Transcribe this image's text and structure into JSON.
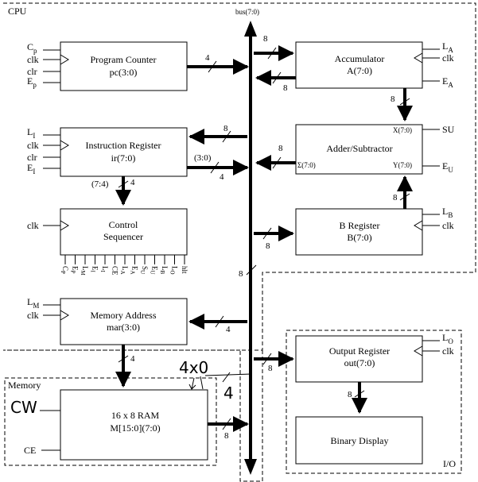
{
  "regions": {
    "cpu": "CPU",
    "memory": "Memory",
    "io": "I/O"
  },
  "bus": {
    "label": "bus(7:0)"
  },
  "program_counter": {
    "title": "Program Counter",
    "reg": "pc(3:0)",
    "signals": {
      "count_base": "C",
      "count_sub": "p",
      "clk": "clk",
      "clr": "clr",
      "enable_base": "E",
      "enable_sub": "p"
    },
    "out_width": "4"
  },
  "instruction_register": {
    "title": "Instruction Register",
    "reg": "ir(7:0)",
    "signals": {
      "load_base": "L",
      "load_sub": "I",
      "clk": "clk",
      "clr": "clr",
      "enable_base": "E",
      "enable_sub": "I"
    },
    "in_width": "8",
    "out_range": "(3:0)",
    "out_width": "4",
    "seq_range": "(7:4)",
    "seq_width": "4"
  },
  "control_sequencer": {
    "title": "Control",
    "title2": "Sequencer",
    "clk": "clk",
    "outputs": [
      "C",
      "E",
      "L",
      "E",
      "L",
      "CE",
      "L",
      "E",
      "S",
      "E",
      "L",
      "L",
      "hlt"
    ],
    "output_subs": [
      "P",
      "P",
      "M",
      "I",
      "I",
      "",
      "A",
      "A",
      "U",
      "U",
      "B",
      "O",
      ""
    ]
  },
  "memory_address": {
    "title": "Memory Address",
    "reg": "mar(3:0)",
    "signals": {
      "load_base": "L",
      "load_sub": "M",
      "clk": "clk"
    },
    "in_width": "4",
    "out_width": "4"
  },
  "ram": {
    "title": "16 x 8 RAM",
    "reg": "M[15:0](7:0)",
    "ce": "CE",
    "out_width": "8",
    "handwritten": {
      "cw": "CW",
      "addr": "4x0",
      "width": "4"
    }
  },
  "accumulator": {
    "title": "Accumulator",
    "reg": "A(7:0)",
    "signals": {
      "load_base": "L",
      "load_sub": "A",
      "clk": "clk",
      "enable_base": "E",
      "enable_sub": "A"
    },
    "in_width": "8",
    "out_width": "8",
    "to_adder_width": "8"
  },
  "adder": {
    "title": "Adder/Subtractor",
    "ports": {
      "x": "X(7:0)",
      "y": "Y(7:0)",
      "sum": "Σ(7:0)"
    },
    "signals": {
      "su": "SU",
      "enable_base": "E",
      "enable_sub": "U"
    },
    "out_width": "8"
  },
  "b_register": {
    "title": "B Register",
    "reg": "B(7:0)",
    "signals": {
      "load_base": "L",
      "load_sub": "B",
      "clk": "clk"
    },
    "in_width": "8",
    "to_adder_width": "8"
  },
  "output_register": {
    "title": "Output Register",
    "reg": "out(7:0)",
    "signals": {
      "load_base": "L",
      "load_sub": "O",
      "clk": "clk"
    },
    "in_width": "8",
    "out_width": "8"
  },
  "binary_display": {
    "title": "Binary Display"
  },
  "bus_width_mark": "8"
}
